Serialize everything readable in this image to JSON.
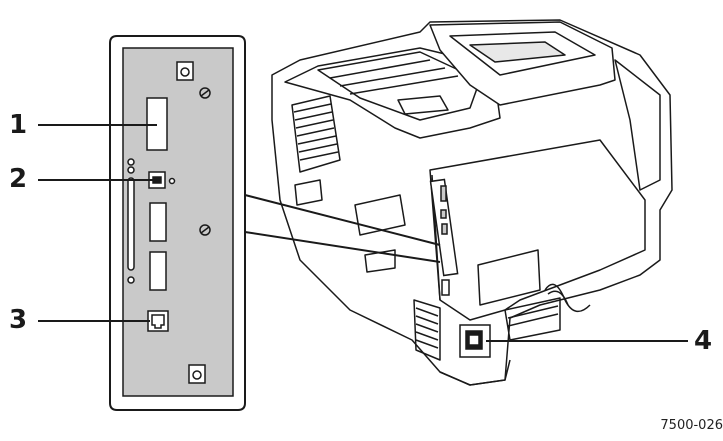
{
  "callouts": [
    {
      "id": "1"
    },
    {
      "id": "2"
    },
    {
      "id": "3"
    },
    {
      "id": "4"
    }
  ],
  "figure_id": "7500-026",
  "colors": {
    "panel_fill": "#c9c9c9",
    "printer_body": "#ffffff",
    "line": "#1a1a1a"
  }
}
